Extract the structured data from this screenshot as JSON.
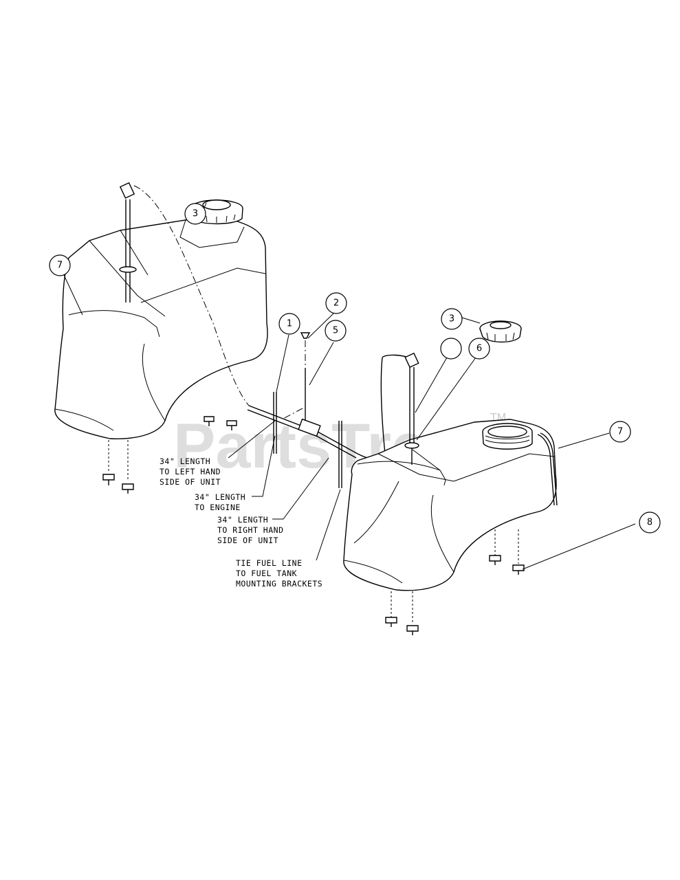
{
  "callouts": {
    "c1": "7",
    "c2": "3",
    "c3": "2",
    "c4": "1",
    "c5": "5",
    "c6": "3",
    "c7": "",
    "c8": "6",
    "c9": "7",
    "c10": "8"
  },
  "notes": {
    "left_hand": [
      "34\" LENGTH",
      "TO LEFT HAND",
      "SIDE OF UNIT"
    ],
    "engine": [
      "34\" LENGTH",
      "TO ENGINE"
    ],
    "right_hand": [
      "34\" LENGTH",
      "TO RIGHT HAND",
      "SIDE OF UNIT"
    ],
    "tie": [
      "TIE FUEL LINE",
      "TO FUEL TANK",
      "MOUNTING BRACKETS"
    ]
  },
  "watermark": {
    "brand": "PartsTree",
    "trademark": "TM"
  }
}
